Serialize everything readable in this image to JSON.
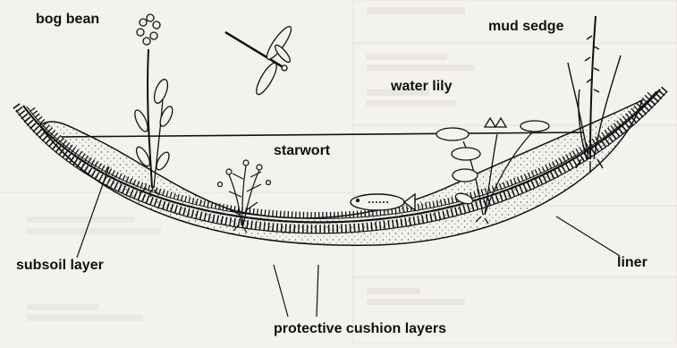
{
  "labels": {
    "bog_bean": "bog bean",
    "mud_sedge": "mud sedge",
    "water_lily": "water lily",
    "starwort": "starwort",
    "subsoil_layer": "subsoil layer",
    "liner": "liner",
    "protective_cushion_layers": "protective cushion layers"
  },
  "colors": {
    "ink": "#111111",
    "paper": "#f4f2ee",
    "soil_fill": "#e7e3da",
    "ghost_text": "#c7c4bd"
  },
  "icons": [
    "dragonfly-icon",
    "fish-icon"
  ]
}
